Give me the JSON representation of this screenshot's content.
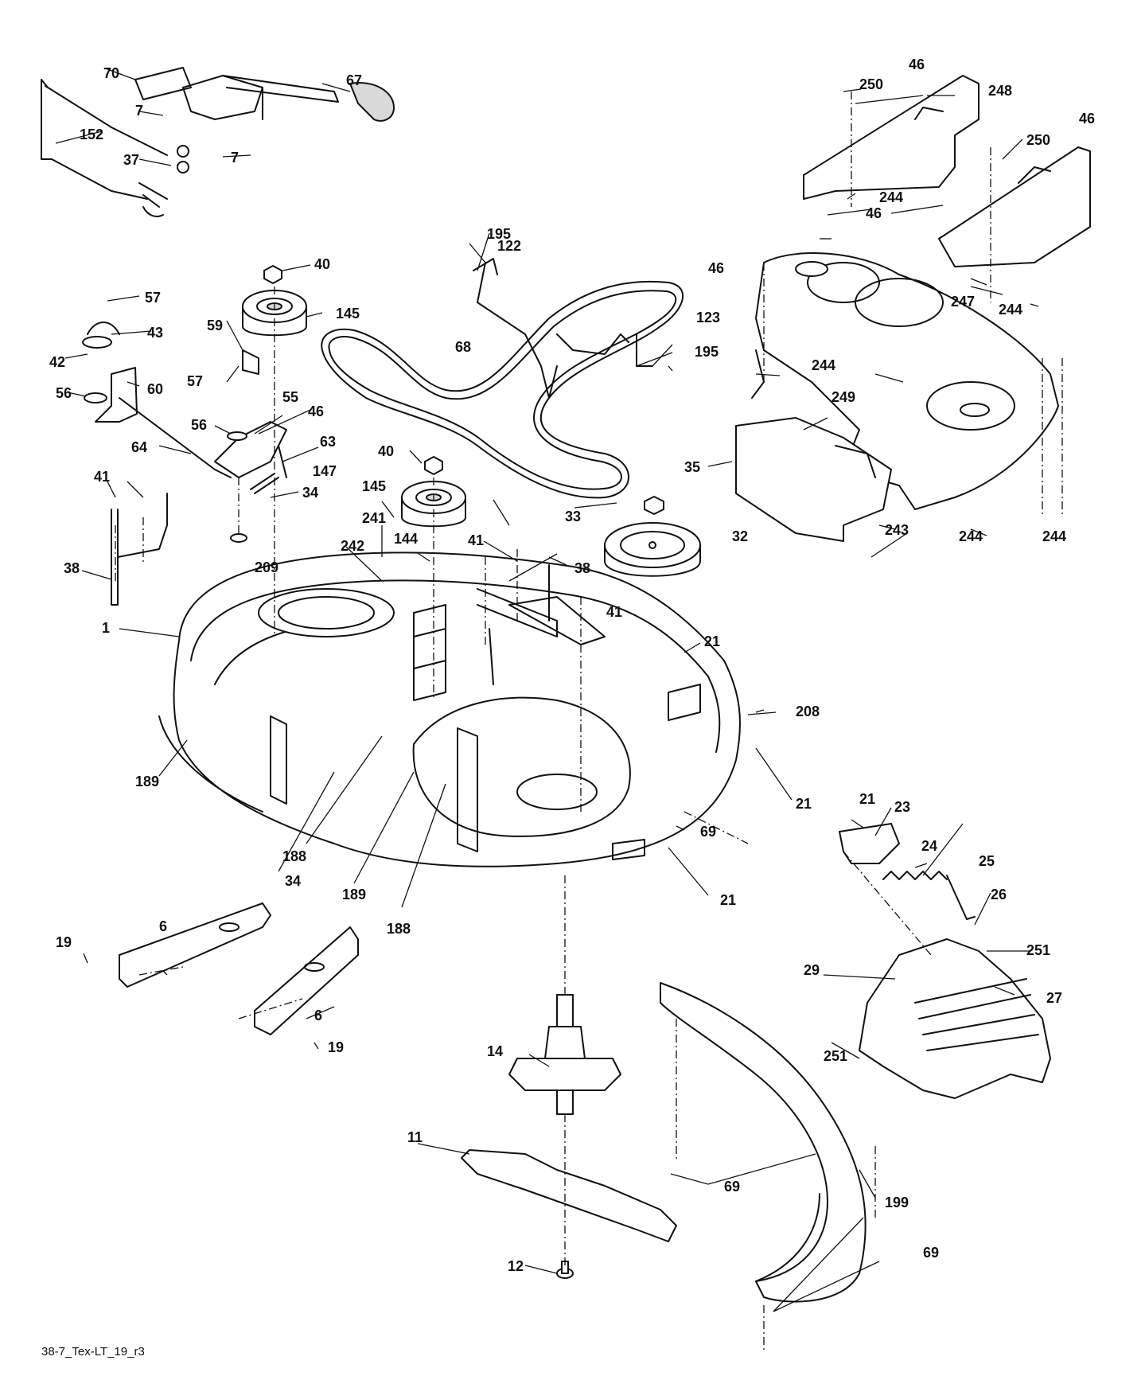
{
  "footer_code": "38-7_Tex-LT_19_r3",
  "callouts": [
    "1",
    "6",
    "6",
    "7",
    "7",
    "11",
    "12",
    "14",
    "19",
    "19",
    "21",
    "21",
    "21",
    "21",
    "23",
    "24",
    "25",
    "26",
    "27",
    "29",
    "32",
    "33",
    "34",
    "34",
    "35",
    "37",
    "38",
    "38",
    "40",
    "40",
    "41",
    "41",
    "41",
    "42",
    "43",
    "46",
    "46",
    "46",
    "46",
    "46",
    "55",
    "56",
    "56",
    "57",
    "57",
    "59",
    "60",
    "63",
    "64",
    "67",
    "68",
    "69",
    "69",
    "69",
    "70",
    "122",
    "123",
    "144",
    "145",
    "145",
    "147",
    "152",
    "188",
    "188",
    "189",
    "189",
    "195",
    "195",
    "199",
    "208",
    "209",
    "241",
    "242",
    "243",
    "244",
    "244",
    "244",
    "244",
    "244",
    "247",
    "248",
    "249",
    "250",
    "250",
    "251",
    "251"
  ]
}
